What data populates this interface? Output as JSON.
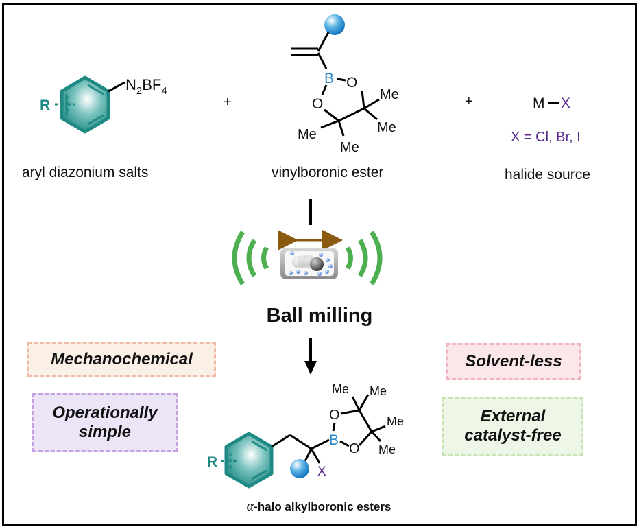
{
  "reactants": {
    "aryl": {
      "substituent": "R",
      "group_main": "N",
      "group_sub1": "2",
      "group_mid": "BF",
      "group_sub2": "4",
      "label": "aryl diazonium salts"
    },
    "plus_1": "+",
    "vinyl": {
      "boron": "B",
      "oxygen": "O",
      "methyl": "Me",
      "label": "vinylboronic ester"
    },
    "plus_2": "+",
    "halide": {
      "metal": "M",
      "halogen": "X",
      "definition": "X = Cl, Br, I",
      "label": "halide source"
    }
  },
  "process": {
    "title": "Ball milling"
  },
  "features": {
    "left": [
      "Mechanochemical",
      "Operationally simple"
    ],
    "left_lines": {
      "oper_1": "Operationally",
      "oper_2": "simple"
    },
    "right": [
      "Solvent-less",
      "External catalyst-free"
    ],
    "right_lines": {
      "ext_1": "External",
      "ext_2": "catalyst-free"
    }
  },
  "product": {
    "substituent": "R",
    "boron": "B",
    "oxygen": "O",
    "methyl": "Me",
    "halogen": "X",
    "label_prefix": "α",
    "label_rest": "-halo alkylboronic esters"
  },
  "colors": {
    "aryl_ring": "#1f8a84",
    "boron": "#2a86c8",
    "halogen": "#5b2a8c",
    "mill_waves": "#4cb050",
    "mill_arrow": "#8a5a10"
  }
}
